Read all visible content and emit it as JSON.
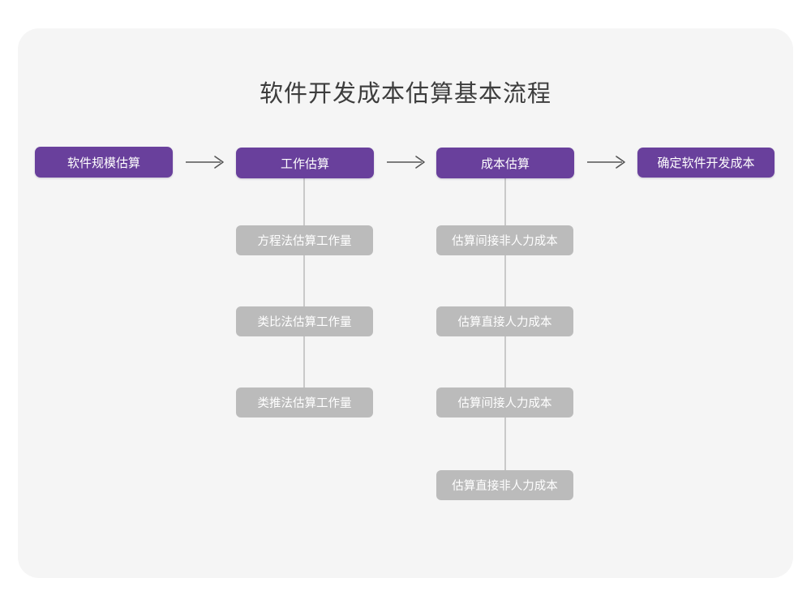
{
  "page": {
    "title": "软件开发成本估算基本流程",
    "background_color": "#ffffff",
    "card_color": "#f5f5f5"
  },
  "colors": {
    "primary_node": "#69409c",
    "secondary_node": "#bbbbbb",
    "connector": "#c9c9c9",
    "arrow": "#555555",
    "title_text": "#3d3d3d",
    "node_text": "#ffffff"
  },
  "diagram": {
    "type": "flowchart",
    "orientation": "horizontal-with-vertical-branches",
    "main_steps": [
      {
        "id": "scale",
        "label": "软件规模估算",
        "level": "primary"
      },
      {
        "id": "effort",
        "label": "工作估算",
        "level": "primary"
      },
      {
        "id": "cost",
        "label": "成本估算",
        "level": "primary"
      },
      {
        "id": "final",
        "label": "确定软件开发成本",
        "level": "primary"
      }
    ],
    "arrows": [
      {
        "id": "arrow-1",
        "from": "scale",
        "to": "effort",
        "glyph": "right-arrow"
      },
      {
        "id": "arrow-2",
        "from": "effort",
        "to": "cost",
        "glyph": "right-arrow"
      },
      {
        "id": "arrow-3",
        "from": "cost",
        "to": "final",
        "glyph": "right-arrow"
      }
    ],
    "branches": [
      {
        "parent": "effort",
        "parent_label": "工作估算",
        "items": [
          {
            "id": "e1",
            "label": "方程法估算工作量"
          },
          {
            "id": "e2",
            "label": "类比法估算工作量"
          },
          {
            "id": "e3",
            "label": "类推法估算工作量"
          }
        ]
      },
      {
        "parent": "cost",
        "parent_label": "成本估算",
        "items": [
          {
            "id": "c1",
            "label": "估算间接非人力成本"
          },
          {
            "id": "c2",
            "label": "估算直接人力成本"
          },
          {
            "id": "c3",
            "label": "估算间接人力成本"
          },
          {
            "id": "c4",
            "label": "估算直接非人力成本"
          }
        ]
      }
    ]
  }
}
